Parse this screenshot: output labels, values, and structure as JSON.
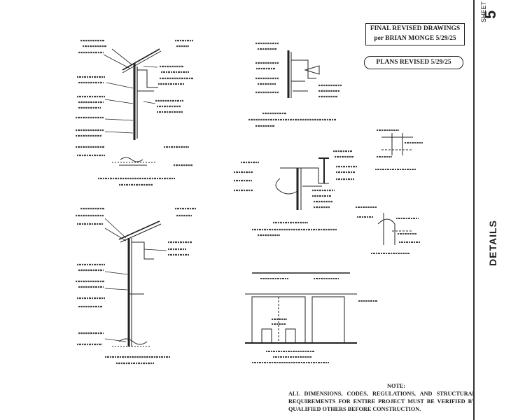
{
  "stamps": {
    "final_line1": "FINAL REVISED DRAWINGS",
    "final_line2": "per BRIAN MONGE 5/29/25",
    "plans_revised": "PLANS REVISED 5/29/25"
  },
  "note": {
    "title": "NOTE:",
    "body": "ALL DIMENSIONS, CODES, REGULATIONS, AND STRUCTURAL REQUIREMENTS FOR ENTIRE PROJECT MUST BE VERIFIED BY QUALIFIED OTHERS BEFORE CONSTRUCTION."
  },
  "title_block": {
    "sheet_label": "SHEET",
    "sheet_number": "5",
    "drawing_title": "DETAILS"
  },
  "colors": {
    "ink": "#1a1a1a",
    "paper": "#ffffff"
  }
}
